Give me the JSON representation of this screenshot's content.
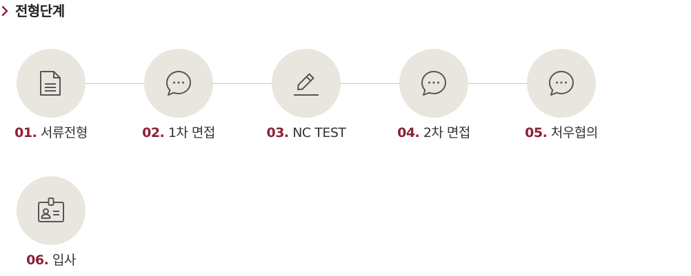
{
  "section": {
    "title": "전형단계",
    "accent_color": "#8b2134"
  },
  "steps": [
    {
      "number": "01.",
      "name": "서류전형",
      "icon": "document-icon"
    },
    {
      "number": "02.",
      "name": "1차 면접",
      "icon": "chat-bubble-icon"
    },
    {
      "number": "03.",
      "name": "NC TEST",
      "icon": "pencil-edit-icon"
    },
    {
      "number": "04.",
      "name": "2차 면접",
      "icon": "chat-bubble-icon"
    },
    {
      "number": "05.",
      "name": "처우협의",
      "icon": "chat-bubble-icon"
    },
    {
      "number": "06.",
      "name": "입사",
      "icon": "id-badge-icon"
    }
  ]
}
